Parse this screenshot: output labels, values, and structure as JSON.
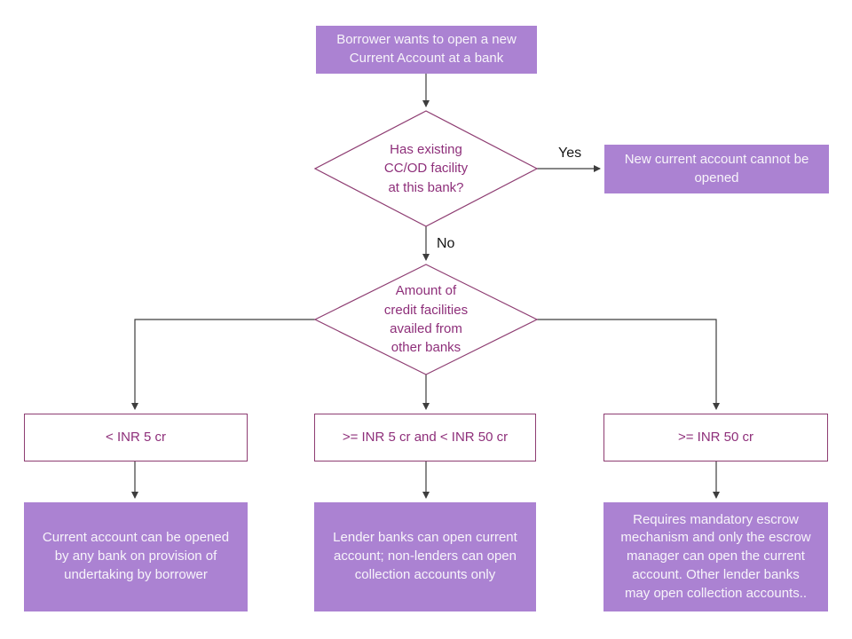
{
  "flowchart": {
    "nodes": {
      "start": {
        "label": "Borrower wants to open a new\nCurrent Account at a bank"
      },
      "decision_ccod": {
        "label": "Has existing\nCC/OD facility\nat this bank?"
      },
      "cannot_open": {
        "label": "New current account cannot be\nopened"
      },
      "decision_amount": {
        "label": "Amount of\ncredit facilities\navailed from\nother banks"
      },
      "cond_lt_5cr": {
        "label": "< INR 5 cr"
      },
      "cond_5_to_50cr": {
        "label": ">= INR 5 cr and < INR 50 cr"
      },
      "cond_gte_50cr": {
        "label": ">= INR 50 cr"
      },
      "result_lt_5cr": {
        "label": "Current account can be opened\nby any bank on provision of\nundertaking by borrower"
      },
      "result_5_to_50cr": {
        "label": "Lender banks can open current\naccount; non-lenders can open\ncollection accounts only"
      },
      "result_gte_50cr": {
        "label": "Requires mandatory escrow\nmechanism and only the escrow\nmanager can open the current\naccount. Other lender banks\nmay open collection accounts.."
      }
    },
    "edge_labels": {
      "yes": "Yes",
      "no": "No"
    },
    "colors": {
      "node_fill": "#ab82d2",
      "node_text": "#f7f4fa",
      "outline_stroke": "#8e3d72",
      "outline_text": "#8e2f7a",
      "connector": "#3d3d3d",
      "edge_label_text": "#161616",
      "background": "#ffffff"
    }
  }
}
